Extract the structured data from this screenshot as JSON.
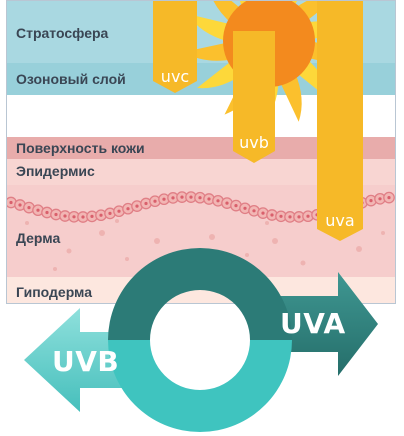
{
  "layers": {
    "stratosphere": "Стратосфера",
    "ozone": "Озоновый слой",
    "skin_surface": "Поверхность кожи",
    "epidermis": "Эпидермис",
    "dermis": "Дерма",
    "hypodermis": "Гиподерма"
  },
  "rays": {
    "uvc": "uvc",
    "uvb": "uvb",
    "uva": "uva"
  },
  "cycle": {
    "uva_label": "UVA",
    "uvb_label": "UVB"
  },
  "colors": {
    "stratosphere": "#a8d8e0",
    "ozone": "#97cfd9",
    "skin_surface": "#e6a8a8",
    "epidermis": "#f8d2d0",
    "dermis": "#f6cccb",
    "hypodermis": "#fce6df",
    "ray": "#f6b928",
    "sun": "#f38a1e",
    "uva_arrow": "#2e7d79",
    "uvb_arrow": "#57c9c6"
  }
}
